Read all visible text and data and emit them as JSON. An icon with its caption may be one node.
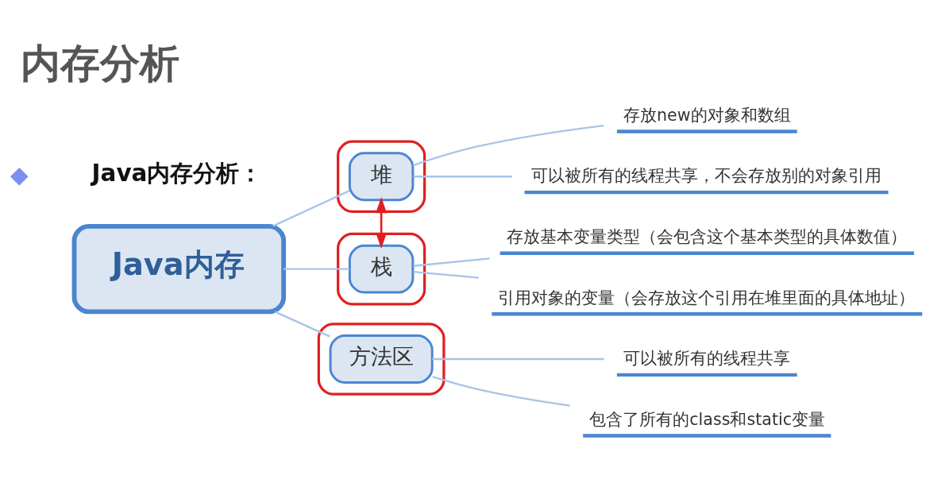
{
  "diagram": {
    "title": "内存分析",
    "nodes": [
      {
        "text": [],
        "shape": "diamond"
      },
      {
        "text": [
          "Java内存"
        ]
      },
      {
        "text": [],
        "shape": "box"
      },
      {
        "text": [
          "堆"
        ],
        "in": 2
      },
      {
        "text": [
          "存放new的对象和数组"
        ]
      },
      {
        "text": [
          "可以被所有的线程共享，不会存放别的对象引用"
        ]
      },
      {
        "text": [],
        "shape": "box"
      },
      {
        "text": [
          "栈"
        ],
        "in": 6
      },
      {
        "text": [
          "存放基本变量类型（会包含这个基本类型的具体数值）"
        ]
      },
      {
        "text": [
          "引用对象的变量（会存放这个引用在堆里面的具体地址）"
        ]
      },
      {
        "text": [],
        "shape": "box"
      },
      {
        "text": [
          "方法区"
        ],
        "in": 10
      },
      {
        "text": [
          "可以被所有的线程共享"
        ]
      },
      {
        "text": [
          "包含了所有的class和static变量"
        ]
      }
    ],
    "edges": [
      {
        "from": 1,
        "to": 3,
        "arrow": "none"
      },
      {
        "from": 3,
        "to": 4,
        "arrow": "none"
      },
      {
        "from": 3,
        "to": 5,
        "arrow": "none"
      },
      {
        "from": 1,
        "to": 7,
        "arrow": "none"
      },
      {
        "from": 7,
        "to": 8,
        "arrow": "none"
      },
      {
        "from": 7,
        "to": 9,
        "arrow": "none"
      },
      {
        "from": 1,
        "to": 11,
        "arrow": "none"
      },
      {
        "from": 11,
        "to": 12,
        "arrow": "none"
      },
      {
        "from": 11,
        "to": 13,
        "arrow": "none"
      },
      {
        "from": 7,
        "to": 3,
        "arrow": "both",
        "color": "#e02020"
      }
    ],
    "labels": [
      "Java内存分析："
    ]
  }
}
